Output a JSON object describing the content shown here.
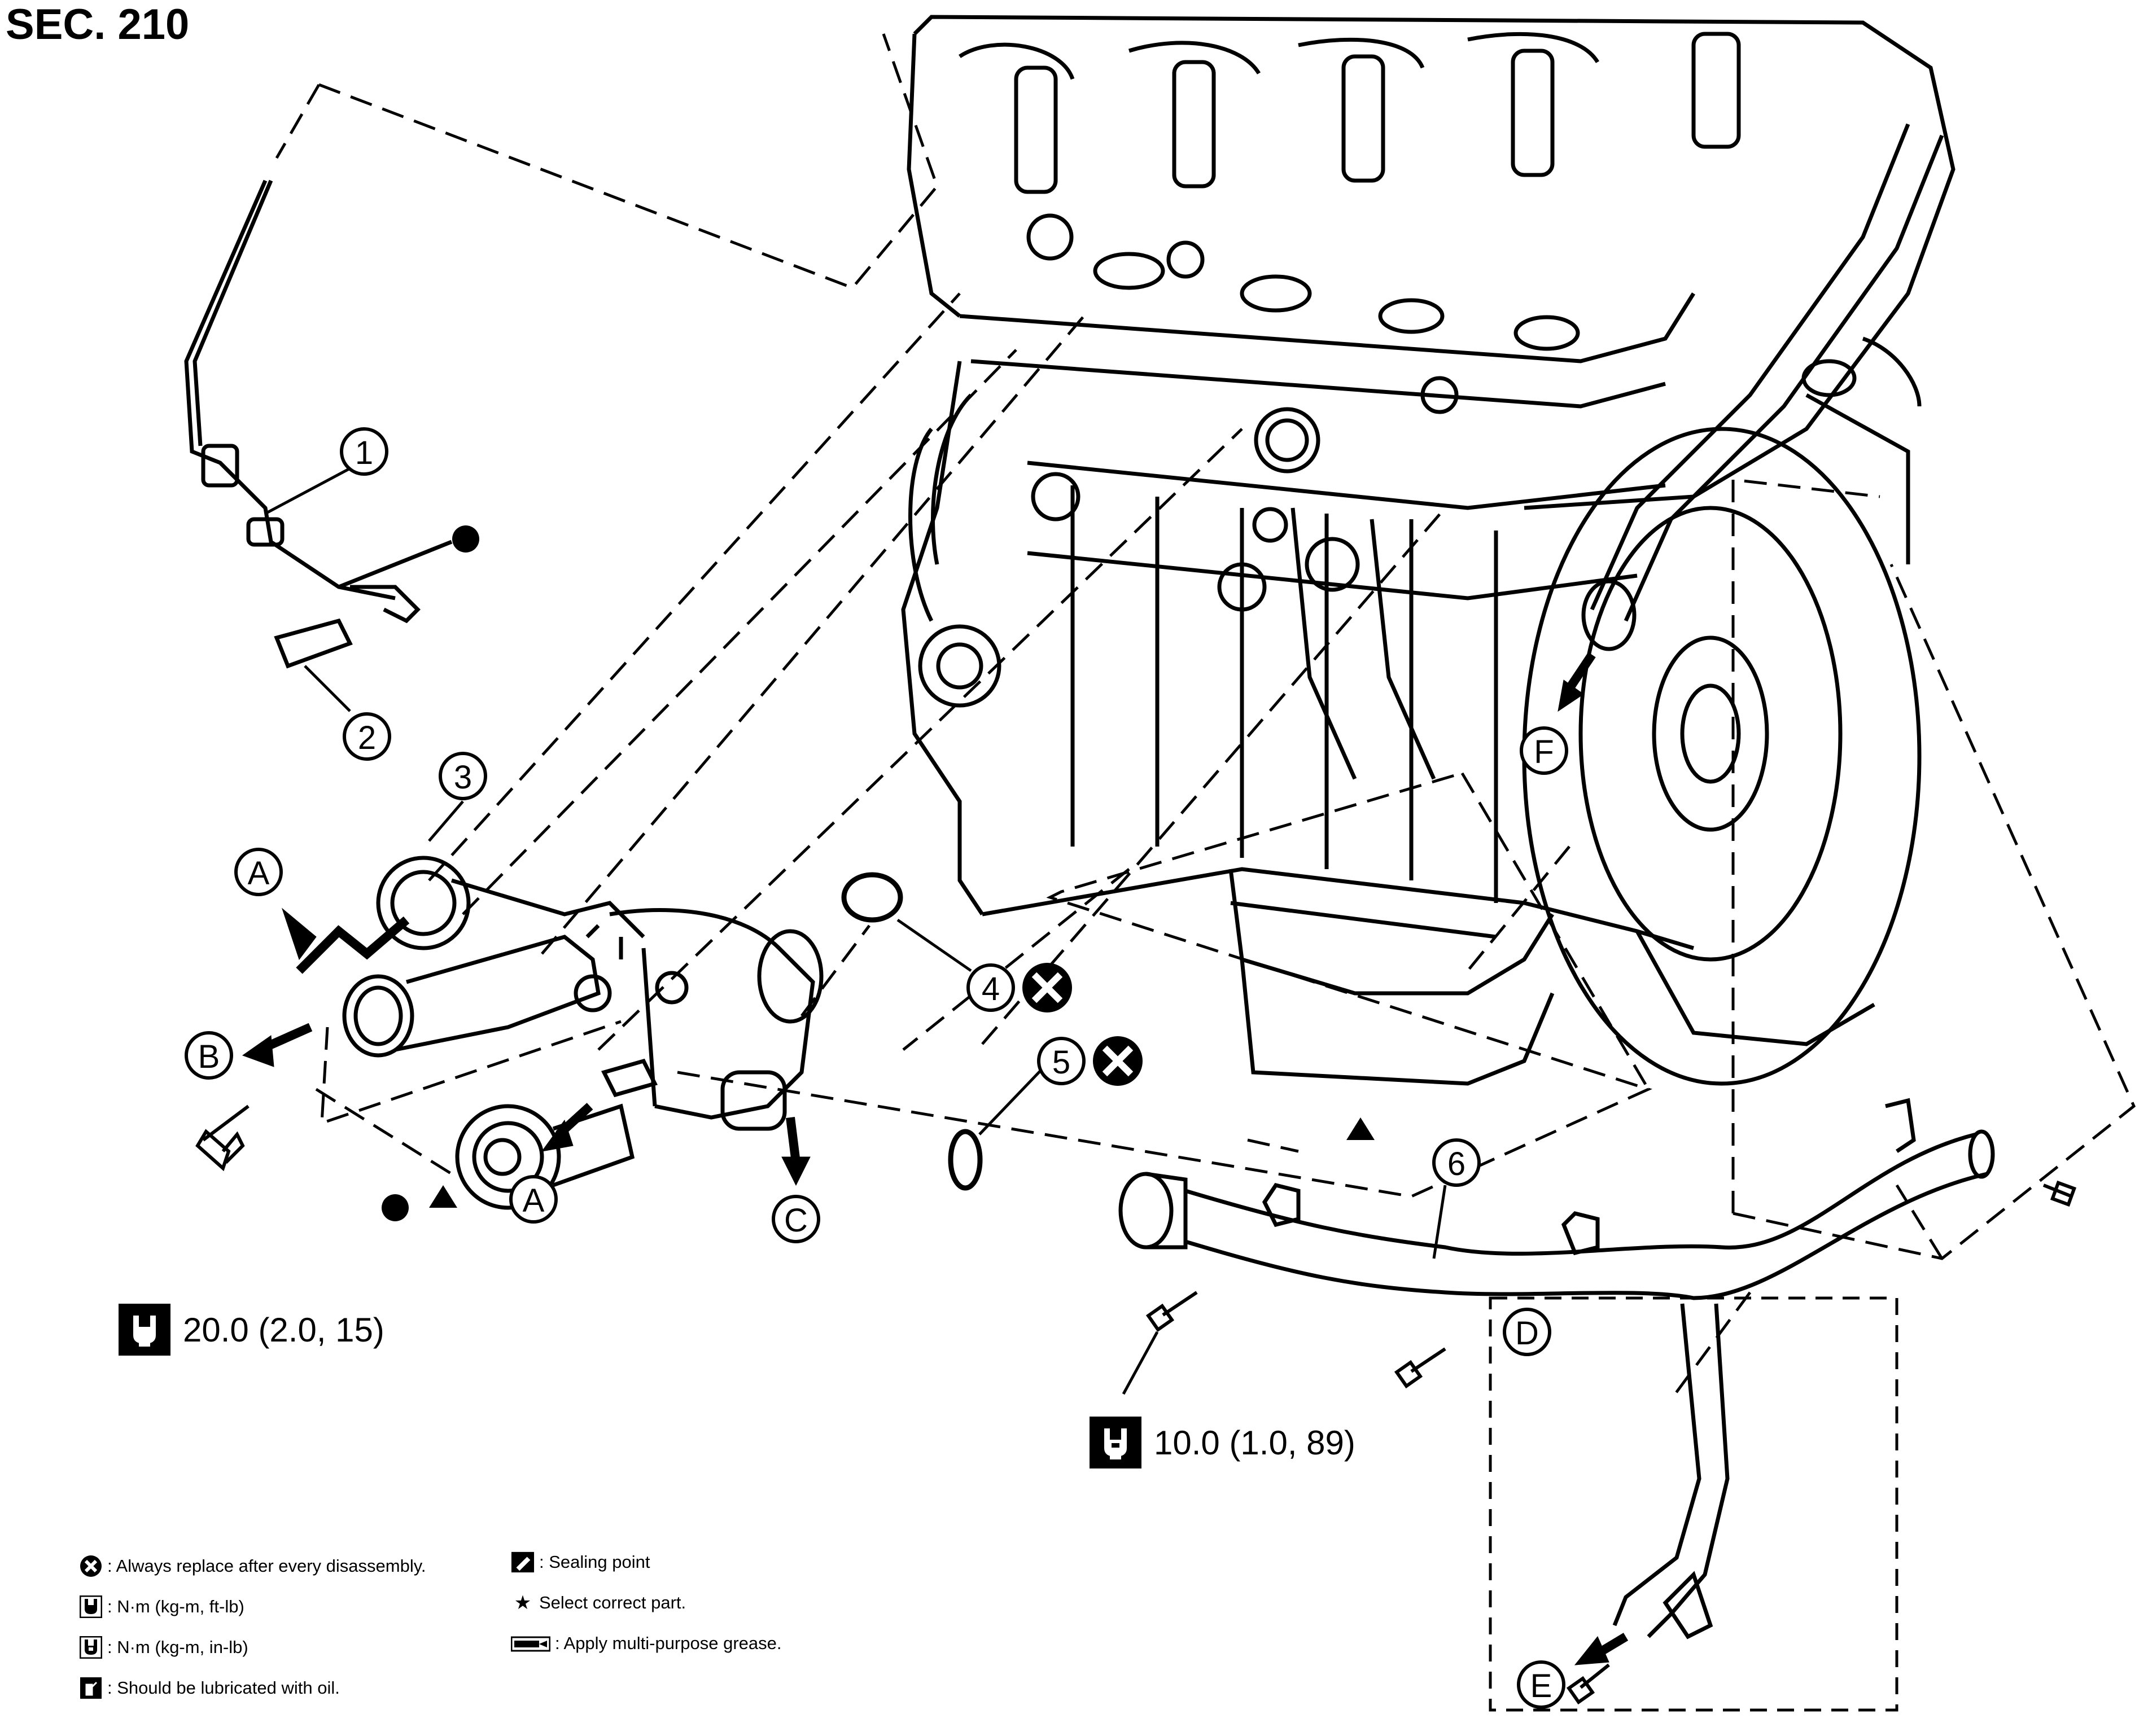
{
  "section_title": "SEC. 210",
  "callouts": [
    "1",
    "2",
    "3",
    "4",
    "5",
    "6"
  ],
  "letters": [
    "A",
    "A",
    "B",
    "C",
    "D",
    "E",
    "F"
  ],
  "torques": {
    "left": "20.0 (2.0, 15)",
    "right": "10.0 (1.0, 89)"
  },
  "legend": {
    "replace": ": Always replace after every disassembly.",
    "nm_ftlb": ": N·m (kg-m, ft-lb)",
    "nm_inlb": ": N·m (kg-m, in-lb)",
    "lube_oil": ": Should be lubricated with oil.",
    "sealing": ": Sealing point",
    "select": "Select correct part.",
    "grease": ": Apply multi-purpose grease."
  }
}
